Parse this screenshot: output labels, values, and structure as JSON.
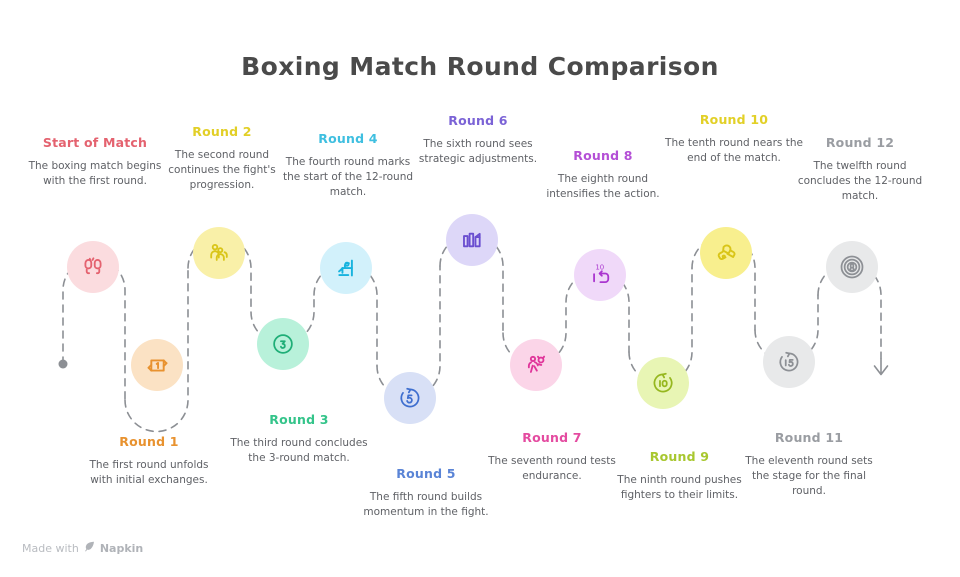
{
  "title": "Boxing Match Round Comparison",
  "footer": {
    "made_with": "Made with",
    "brand": "Napkin",
    "leaf_icon": "leaf-icon"
  },
  "colors": {
    "start": "#e4626f",
    "round1": "#e8922f",
    "round2": "#e2cf27",
    "round3": "#34c48a",
    "round4": "#3fbfe0",
    "round5": "#5a84d6",
    "round6": "#7b63d6",
    "round7": "#e44ba0",
    "round8": "#b44fd6",
    "round9": "#a8c72f",
    "round10": "#e2d027",
    "round11": "#9a9da2",
    "round12": "#9a9da2",
    "path": "#8c8f94",
    "body_text": "#5f6166",
    "title_text": "#4a4a4a"
  },
  "steps": [
    {
      "id": "start-of-match",
      "title": "Start of Match",
      "description": "The boxing match begins with the first round.",
      "color": "#e4626f",
      "bg": "#fbdcdf",
      "icon": "boxing-gloves-icon"
    },
    {
      "id": "round-1",
      "title": "Round 1",
      "description": "The first round unfolds with initial exchanges.",
      "color": "#e8922f",
      "bg": "#fbe2c4",
      "icon": "repeat-one-icon",
      "icon_number": "1"
    },
    {
      "id": "round-2",
      "title": "Round 2",
      "description": "The second round continues the fight's progression.",
      "color": "#e2cf27",
      "bg": "#f9f0a8",
      "icon": "group-people-icon"
    },
    {
      "id": "round-3",
      "title": "Round 3",
      "description": "The third round concludes the 3-round match.",
      "color": "#34c48a",
      "bg": "#b8f1da",
      "icon": "number-circle-icon",
      "icon_number": "3"
    },
    {
      "id": "round-4",
      "title": "Round 4",
      "description": "The fourth round marks the start of the 12-round match.",
      "color": "#3fbfe0",
      "bg": "#d2f1fb",
      "icon": "corner-stool-icon"
    },
    {
      "id": "round-5",
      "title": "Round 5",
      "description": "The fifth round builds momentum in the fight.",
      "color": "#5a84d6",
      "bg": "#d8e0f6",
      "icon": "forward-five-icon",
      "icon_number": "5"
    },
    {
      "id": "round-6",
      "title": "Round 6",
      "description": "The sixth round sees strategic adjustments.",
      "color": "#7b63d6",
      "bg": "#ddd7f8",
      "icon": "bar-chart-icon"
    },
    {
      "id": "round-7",
      "title": "Round 7",
      "description": "The seventh round tests endurance.",
      "color": "#e44ba0",
      "bg": "#fbd5e8",
      "icon": "boxer-figure-icon"
    },
    {
      "id": "round-8",
      "title": "Round 8",
      "description": "The eighth round intensifies the action.",
      "color": "#b44fd6",
      "bg": "#f0d9f9",
      "icon": "rewind-ten-icon",
      "icon_number": "10"
    },
    {
      "id": "round-9",
      "title": "Round 9",
      "description": "The ninth round pushes fighters to their limits.",
      "color": "#a8c72f",
      "bg": "#e8f5b4",
      "icon": "replay-ten-icon",
      "icon_number": "10"
    },
    {
      "id": "round-10",
      "title": "Round 10",
      "description": "The tenth round nears the end of the match.",
      "color": "#e2d027",
      "bg": "#f8ef8e",
      "icon": "boxing-glove-icon"
    },
    {
      "id": "round-11",
      "title": "Round 11",
      "description": "The eleventh round sets the stage for the final round.",
      "color": "#9a9da2",
      "bg": "#e8e9ea",
      "icon": "forward-fifteen-icon",
      "icon_number": "15"
    },
    {
      "id": "round-12",
      "title": "Round 12",
      "description": "The twelfth round concludes the 12-round match.",
      "color": "#9a9da2",
      "bg": "#e8e9ea",
      "icon": "target-rings-icon",
      "icon_number": "8"
    }
  ]
}
